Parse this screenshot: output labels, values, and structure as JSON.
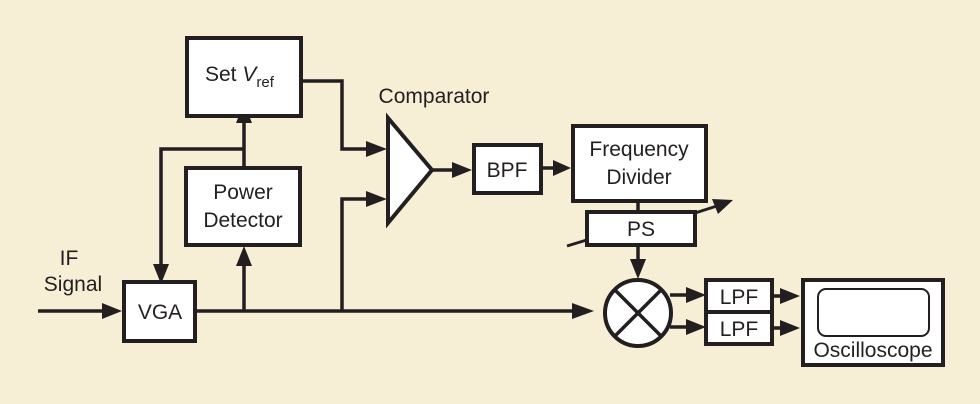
{
  "diagram": {
    "background_color": "#f7eed6",
    "blocks": {
      "set_vref": {
        "label": "Set ",
        "var": "V",
        "subscript": "ref"
      },
      "power_detector": {
        "line1": "Power",
        "line2": "Detector"
      },
      "vga": {
        "label": "VGA"
      },
      "comparator": {
        "label": "Comparator"
      },
      "bpf": {
        "label": "BPF"
      },
      "frequency_divider": {
        "line1": "Frequency",
        "line2": "Divider"
      },
      "ps": {
        "label": "PS"
      },
      "mixer": {
        "label": "Mixer"
      },
      "lpf_top": {
        "label": "LPF"
      },
      "lpf_bottom": {
        "label": "LPF"
      },
      "oscilloscope": {
        "label": "Oscilloscope"
      }
    },
    "input": {
      "line1": "IF",
      "line2": "Signal"
    }
  }
}
